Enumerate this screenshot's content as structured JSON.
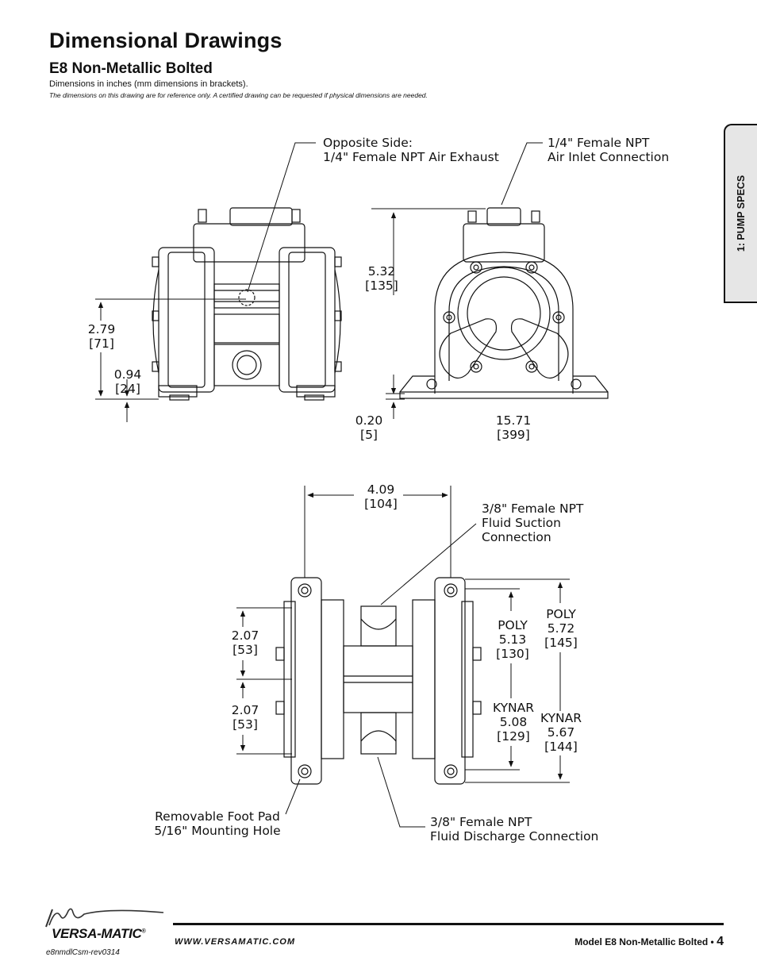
{
  "page": {
    "title": "Dimensional Drawings",
    "subtitle": "E8 Non-Metallic Bolted",
    "note_units": "Dimensions in inches (mm dimensions in brackets).",
    "note_disclaimer": "The dimensions on this drawing are for reference only.  A certified drawing can be requested if physical dimensions are needed.",
    "side_tab": "1: PUMP SPECS"
  },
  "drawing_top": {
    "callout_exhaust": "Opposite Side:\n1/4\" Female NPT Air Exhaust",
    "callout_inlet": "1/4\" Female NPT\nAir Inlet Connection",
    "dim_height_total": "5.32\n[135]",
    "dim_height_center": "2.79\n[71]",
    "dim_height_inlet": "0.94\n[24]",
    "dim_foot": "0.20\n[5]",
    "dim_width": "15.71\n[399]"
  },
  "drawing_bottom": {
    "dim_width_top": "4.09\n[104]",
    "callout_suction": "3/8\" Female NPT\nFluid Suction\nConnection",
    "dim_upper_half": "2.07\n[53]",
    "dim_lower_half": "2.07\n[53]",
    "dim_poly_inner": "POLY\n5.13\n[130]",
    "dim_poly_outer": "POLY\n5.72\n[145]",
    "dim_kynar_inner": "KYNAR\n5.08\n[129]",
    "dim_kynar_outer": "KYNAR\n5.67\n[144]",
    "callout_foot": "Removable Foot Pad\n5/16\" Mounting Hole",
    "callout_discharge": "3/8\" Female NPT\nFluid Discharge Connection"
  },
  "footer": {
    "brand": "VERSA-MATIC",
    "brand_mark": "®",
    "url": "WWW.VERSAMATIC.COM",
    "model": "Model E8 Non-Metallic Bolted •",
    "page_number": "4",
    "doc_code": "e8nmdlCsm-rev0314"
  }
}
